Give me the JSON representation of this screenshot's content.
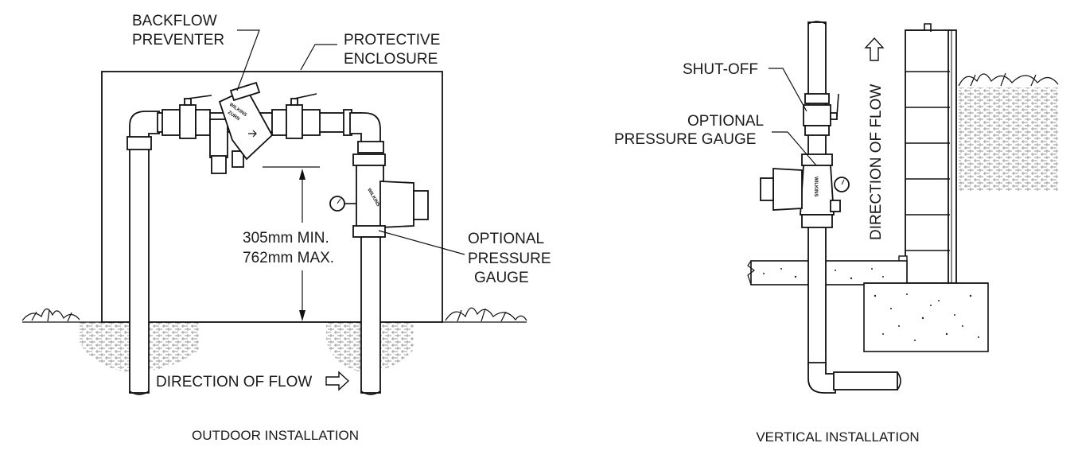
{
  "outdoor": {
    "label_backflow_1": "BACKFLOW",
    "label_backflow_2": "PREVENTER",
    "label_enclosure_1": "PROTECTIVE",
    "label_enclosure_2": "ENCLOSURE",
    "label_min": "305mm MIN.",
    "label_max": "762mm MAX.",
    "label_gauge_1": "OPTIONAL",
    "label_gauge_2": "PRESSURE",
    "label_gauge_3": "GAUGE",
    "label_flow": "DIRECTION OF FLOW",
    "caption": "OUTDOOR INSTALLATION",
    "valve_brand_1": "WILKINS",
    "valve_brand_2": "ZURN",
    "prv_brand": "WILKINS"
  },
  "vertical": {
    "label_shutoff": "SHUT-OFF",
    "label_gauge_1": "OPTIONAL",
    "label_gauge_2": "PRESSURE GAUGE",
    "label_flow": "DIRECTION OF FLOW",
    "caption": "VERTICAL INSTALLATION",
    "prv_brand": "WILKINS"
  },
  "icons": {
    "flow_arrow": "open-right-arrow-icon",
    "flow_arrow_up": "open-up-arrow-icon",
    "gauge": "pressure-gauge-icon"
  }
}
